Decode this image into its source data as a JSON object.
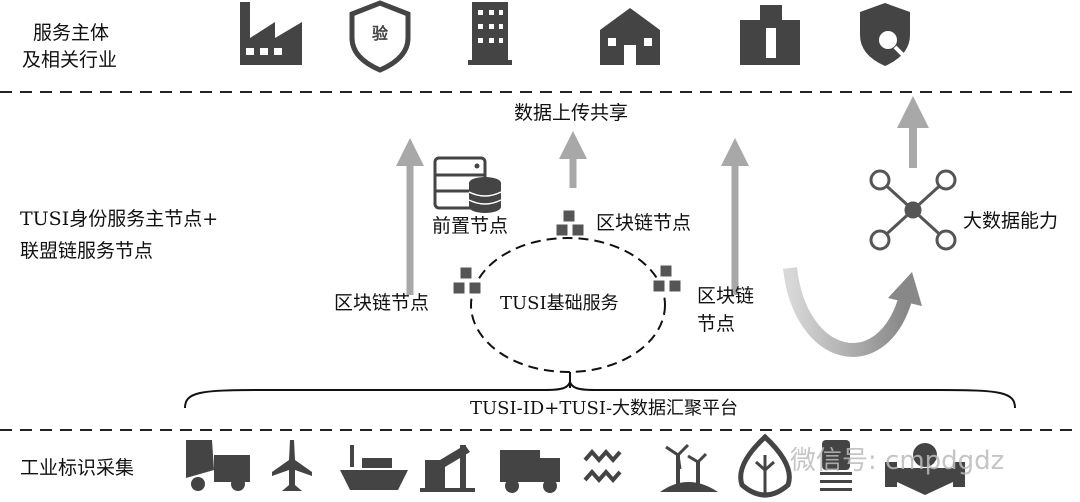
{
  "rows": {
    "top_label_line1": "服务主体",
    "top_label_line2": "及相关行业",
    "middle_label_line1": "TUSI身份服务主节点+",
    "middle_label_line2": "联盟链服务节点",
    "bottom_label": "工业标识采集"
  },
  "middle": {
    "upload_label": "数据上传共享",
    "front_node": "前置节点",
    "block_node_top": "区块链节点",
    "block_node_left": "区块链节点",
    "block_node_right_line1": "区块链",
    "block_node_right_line2": "节点",
    "core_service": "TUSI基础服务",
    "big_data": "大数据能力",
    "platform": "TUSI-ID+TUSI-大数据汇聚平台"
  },
  "top_icons": [
    "factory-icon",
    "inspection-shield-icon",
    "office-building-icon",
    "school-icon",
    "hospital-icon",
    "security-search-icon"
  ],
  "inspection_glyph": "验",
  "bottom_icons": [
    "cement-truck-icon",
    "airplane-icon",
    "cargo-ship-icon",
    "oil-pump-icon",
    "dump-truck-icon",
    "water-icon",
    "wind-power-icon",
    "leaf-icon",
    "train-icon",
    "valve-icon"
  ],
  "watermark": "微信号: cmpdgdz",
  "colors": {
    "icon": "#444444",
    "arrow": "#a8a8a8"
  }
}
